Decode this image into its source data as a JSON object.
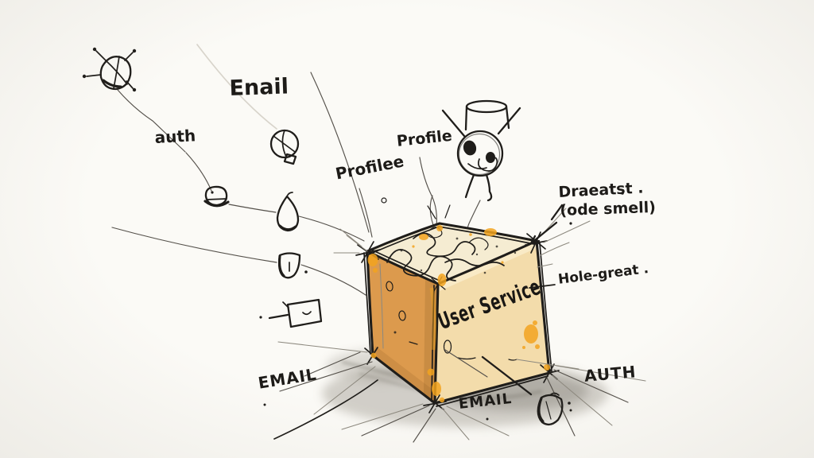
{
  "scene": {
    "type": "hand-drawn-sketch",
    "description": "Marker-and-wash sketch of a cardboard box labeled 'User Service' stuffed with tangled scribbles; feature doodles (bug, dish, cup, droplet, shields, envelope, funnel robot) fly along curved lines into the box; annotation calls it a code smell"
  },
  "colors": {
    "paper": "#fbfaf6",
    "ink": "#1f1d1a",
    "cardboard_front": "#f3dcab",
    "cardboard_left": "#dc9a4d",
    "cardboard_top": "#f5ecd2",
    "stain_orange": "#f2a31f",
    "shadow_gray": "#948f84",
    "faint_line": "#d8d4cb"
  },
  "box": {
    "label": "User Service"
  },
  "labels": {
    "auth_top": "auth",
    "email_top": "Enail",
    "profile_left": "Profilee",
    "profile_right": "Profile",
    "code_smell_line1": "Draeatst .",
    "code_smell_line2": "(ode smell)",
    "side_note": "Hole-great .",
    "email_bottom_left": "EMAIL",
    "email_bottom_center": "EMAIL",
    "auth_bottom_right": "AUTH"
  },
  "doodles": {
    "top_left": "bug",
    "below_email_top": "radar-dish",
    "mid_left_1": "cup",
    "mid_left_2": "droplet",
    "mid_left_3": "small-shield",
    "bottom_left": "flag-envelope",
    "above_box": "funnel-robot",
    "bottom_right": "shield"
  }
}
